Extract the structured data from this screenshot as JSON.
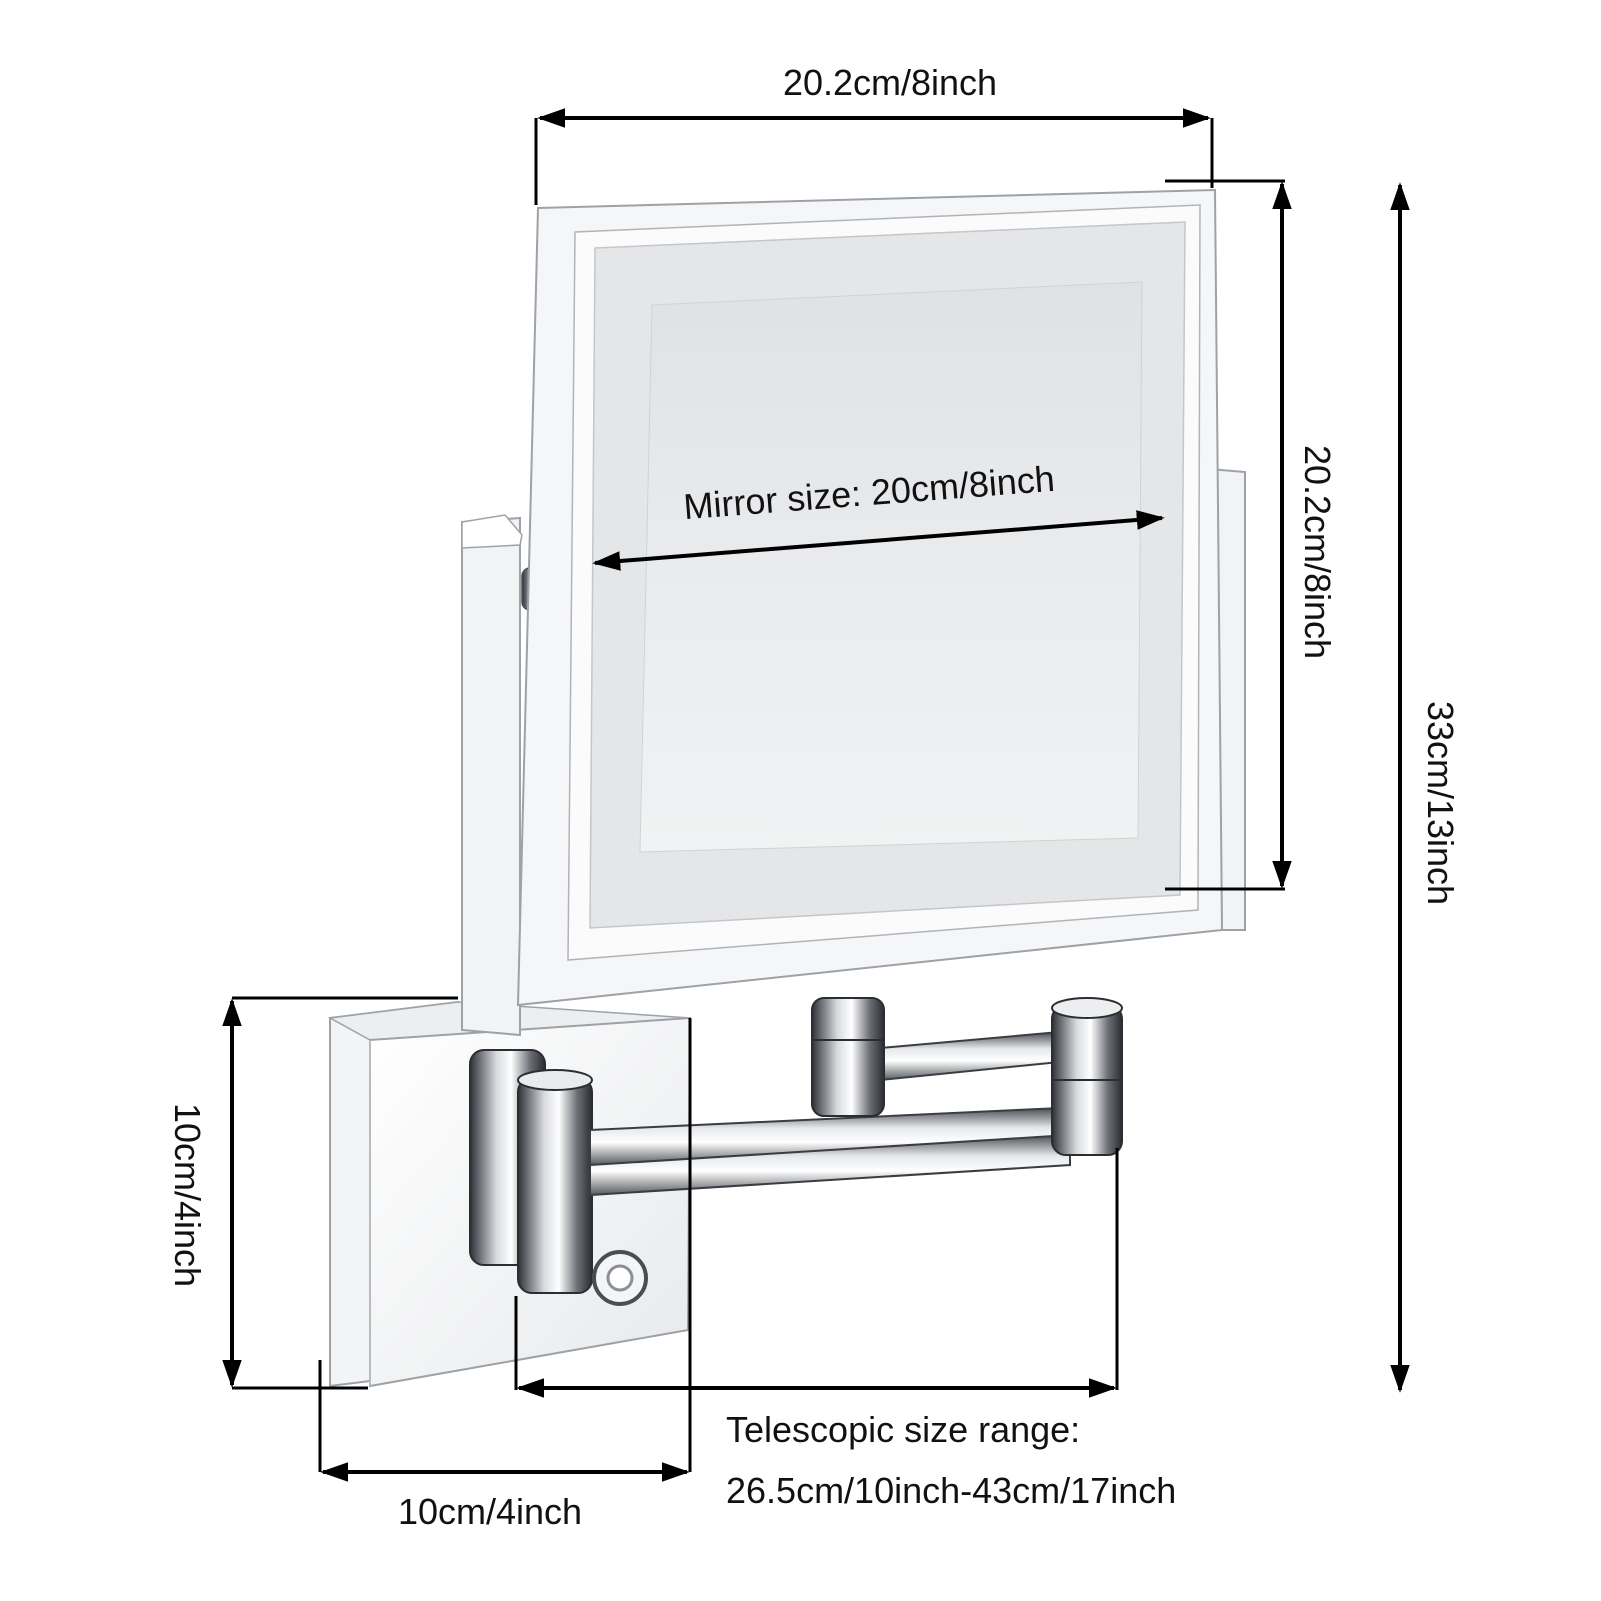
{
  "dimensions": {
    "mirror_width": "20.2cm/8inch",
    "mirror_height": "20.2cm/8inch",
    "total_height": "33cm/13inch",
    "base_height": "10cm/4inch",
    "base_width": "10cm/4inch",
    "mirror_size": "Mirror size: 20cm/8inch",
    "telescopic_title": "Telescopic size range:",
    "telescopic_range": "26.5cm/10inch-43cm/17inch"
  },
  "colors": {
    "frame": "#f4f5f6",
    "mirror_outer": "#e4e6e8",
    "mirror_inner": "#ececee",
    "chrome_dark": "#3a3d42",
    "chrome_light": "#d9dcdf",
    "line": "#000000"
  }
}
